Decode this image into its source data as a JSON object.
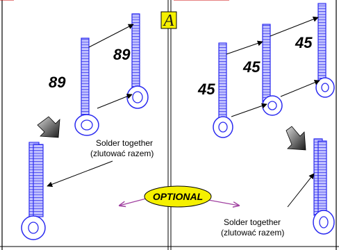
{
  "panel_badge": "A",
  "left_panel": {
    "length_short": "89",
    "length_tall": "89",
    "solder_label_line1": "Solder together",
    "solder_label_line2": "(zlutować razem)"
  },
  "right_panel": {
    "length_1": "45",
    "length_2": "45",
    "length_3": "45",
    "solder_label_line1": "Solder together",
    "solder_label_line2": "(zlutować razem)"
  },
  "optional_badge": "OPTIONAL",
  "colors": {
    "part_blue": "#3a3af0",
    "badge_yellow": "#f5f000",
    "arrow_purple": "#a040a0",
    "top_text_red": "#cc0000"
  }
}
